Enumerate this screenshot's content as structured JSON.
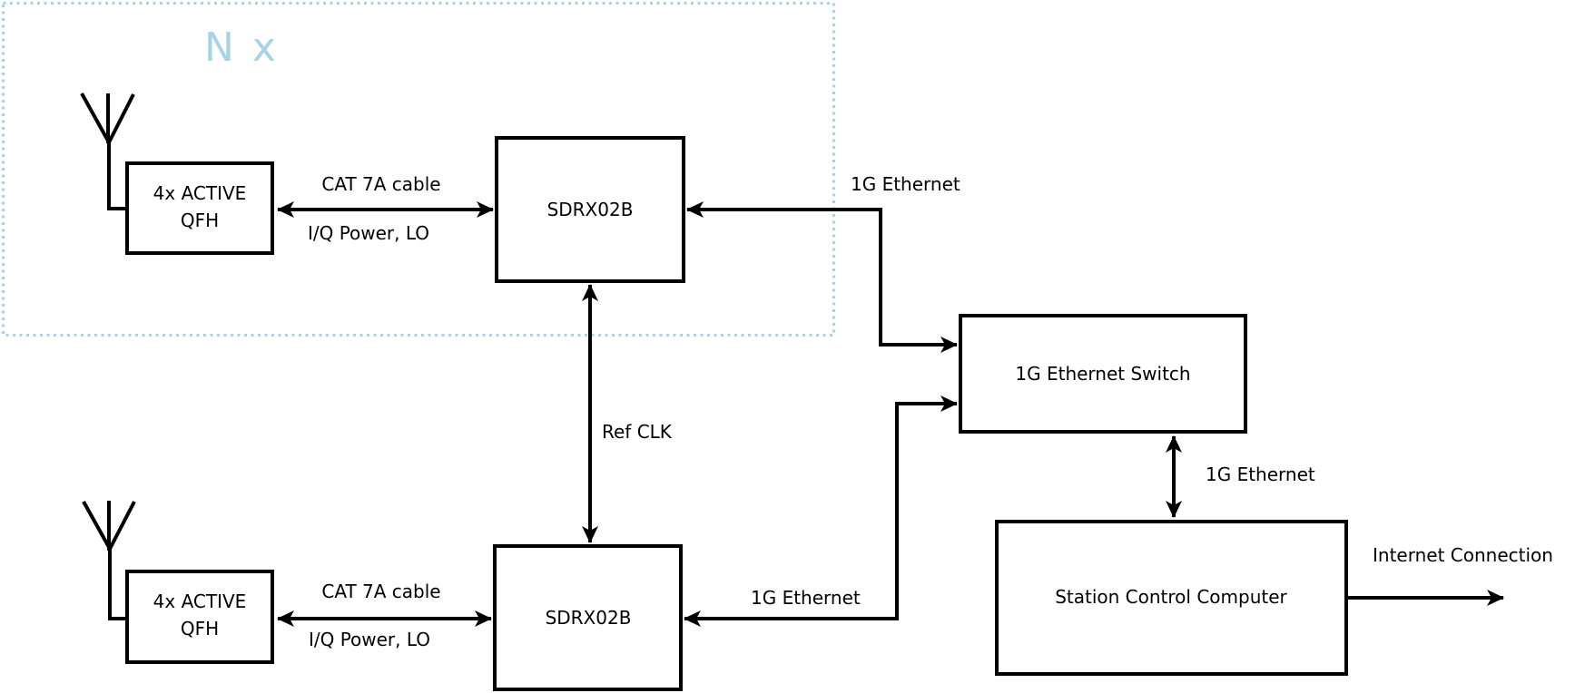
{
  "colors": {
    "background": "#ffffff",
    "line": "#000000",
    "accent_blue": "#a7d3e9"
  },
  "group": {
    "label": "N x"
  },
  "nodes": {
    "qfh_top": {
      "line1": "4x ACTIVE",
      "line2": "QFH"
    },
    "sdrx_top": {
      "label": "SDRX02B"
    },
    "qfh_bottom": {
      "line1": "4x ACTIVE",
      "line2": "QFH"
    },
    "sdrx_bottom": {
      "label": "SDRX02B"
    },
    "ethernet_switch": {
      "label": "1G Ethernet Switch"
    },
    "station_computer": {
      "label": "Station Control Computer"
    }
  },
  "edges": {
    "cat7a_top_label": "CAT 7A cable",
    "cat7a_top_sublabel": "I/Q Power, LO",
    "cat7a_bottom_label": "CAT 7A cable",
    "cat7a_bottom_sublabel": "I/Q Power, LO",
    "eth_top_label": "1G Ethernet",
    "eth_bottom_label": "1G Ethernet",
    "eth_switch_computer_label": "1G Ethernet",
    "ref_clk_label": "Ref CLK",
    "internet_label": "Internet Connection"
  }
}
